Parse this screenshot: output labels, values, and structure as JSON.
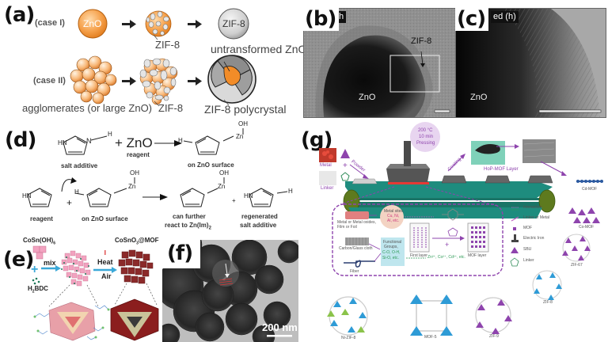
{
  "figure": {
    "panels": {
      "a": {
        "label": "(a)",
        "case1": "(case I)",
        "case2": "(case II)",
        "zno_sphere": "ZnO",
        "zif8_sphere": "ZIF-8",
        "zif8_label_1": "ZIF-8",
        "zif8_label_2": "ZIF-8",
        "untransformed": "untransformed ZnO",
        "agglomerates": "agglomerates  (or large ZnO)",
        "polycrystal": "ZIF-8 polycrystal",
        "colors": {
          "zno_orange": "#F28C28",
          "zif_gray": "#BDBDBD"
        }
      },
      "b": {
        "label": "(b)",
        "corner_text": "h",
        "zif8": "ZIF-8",
        "zno": "ZnO"
      },
      "c": {
        "label": "(c)",
        "corner_text": "ed (h)",
        "zno": "ZnO"
      },
      "d": {
        "label": "(d)",
        "row1": {
          "plus_zno": "+ ZnO",
          "reagent": "reagent",
          "salt_additive": "salt additive",
          "on_surface": "on ZnO surface",
          "hn": "HN",
          "nh": "N",
          "h": "H",
          "oh": "OH",
          "zn": "Zn"
        },
        "row2": {
          "reagent": "reagent",
          "on_surface": "on ZnO surface",
          "further_1": "can further",
          "further_2": "react to Zn(Im)",
          "further_sub": "2",
          "regen_1": "regenerated",
          "regen_2": "salt additive",
          "oh": "OH",
          "zn": "Zn"
        }
      },
      "e": {
        "label": "(e)",
        "precursor": "CoSn(OH)",
        "precursor_sub": "6",
        "product": "CoSnO",
        "product_sub": "3",
        "product_suffix": "@MOF",
        "mix": "mix",
        "heat": "Heat",
        "air": "Air",
        "linker": "H",
        "linker_sub": "2",
        "linker_suffix": "BDC",
        "plus": "+",
        "colors": {
          "pink": "#F2A3C0",
          "maroon": "#8B2A2A",
          "arrow": "#3AA8D8"
        }
      },
      "f": {
        "label": "(f)",
        "scale": "200 nm"
      },
      "g": {
        "label": "(g)",
        "metal": "Metal",
        "linker": "Linker",
        "powder": "Powder",
        "press_1": "200 °C",
        "press_2": "10 min",
        "press_3": "Pressing",
        "coating": "Coating",
        "layer": "HoP-MOF Layer",
        "cdmof": "Cd-MOF",
        "inset": {
          "substrate1_1": "Metal or Metal oxides,",
          "substrate1_2": "Film or Foil",
          "substrate2": "Carbon/Glass cloth",
          "fiber": "Fiber",
          "metal_sites_1": "Metal sites,",
          "metal_sites_2": "Cu, Ni,",
          "metal_sites_3": "Al, etc.",
          "func_1": "Functional",
          "func_2": "Groups,",
          "func_3": "C-O, O-H,",
          "func_4": "Si-O, etc.",
          "first_layer": "First layer",
          "mof_layer": "MOF layer",
          "ions": "Zn²⁺, Co²⁺, Cd²⁺, etc.",
          "plus": "+"
        },
        "legend": [
          {
            "icon": "interaction-icon",
            "label": "Interaction"
          },
          {
            "icon": "linker-or-metal-icon",
            "label": "Linker or Metal"
          },
          {
            "icon": "mof-icon",
            "label": "MOF"
          },
          {
            "icon": "electric-iron-icon",
            "label": "Electric Iron"
          },
          {
            "icon": "sbu-icon",
            "label": "SBU"
          },
          {
            "icon": "linker-icon",
            "label": "Linker"
          }
        ],
        "structures": {
          "comof": "Co-MOF",
          "zif67": "ZIF-67",
          "zif8": "ZIF-8",
          "nizif8": "Ni-ZIF-8",
          "mof5": "MOF-5",
          "zif9": "ZIF-9"
        },
        "colors": {
          "belt": "#1E8C7E",
          "purple": "#8E44AD",
          "blue": "#2E9BD6",
          "green": "#8BC34A"
        }
      }
    }
  }
}
